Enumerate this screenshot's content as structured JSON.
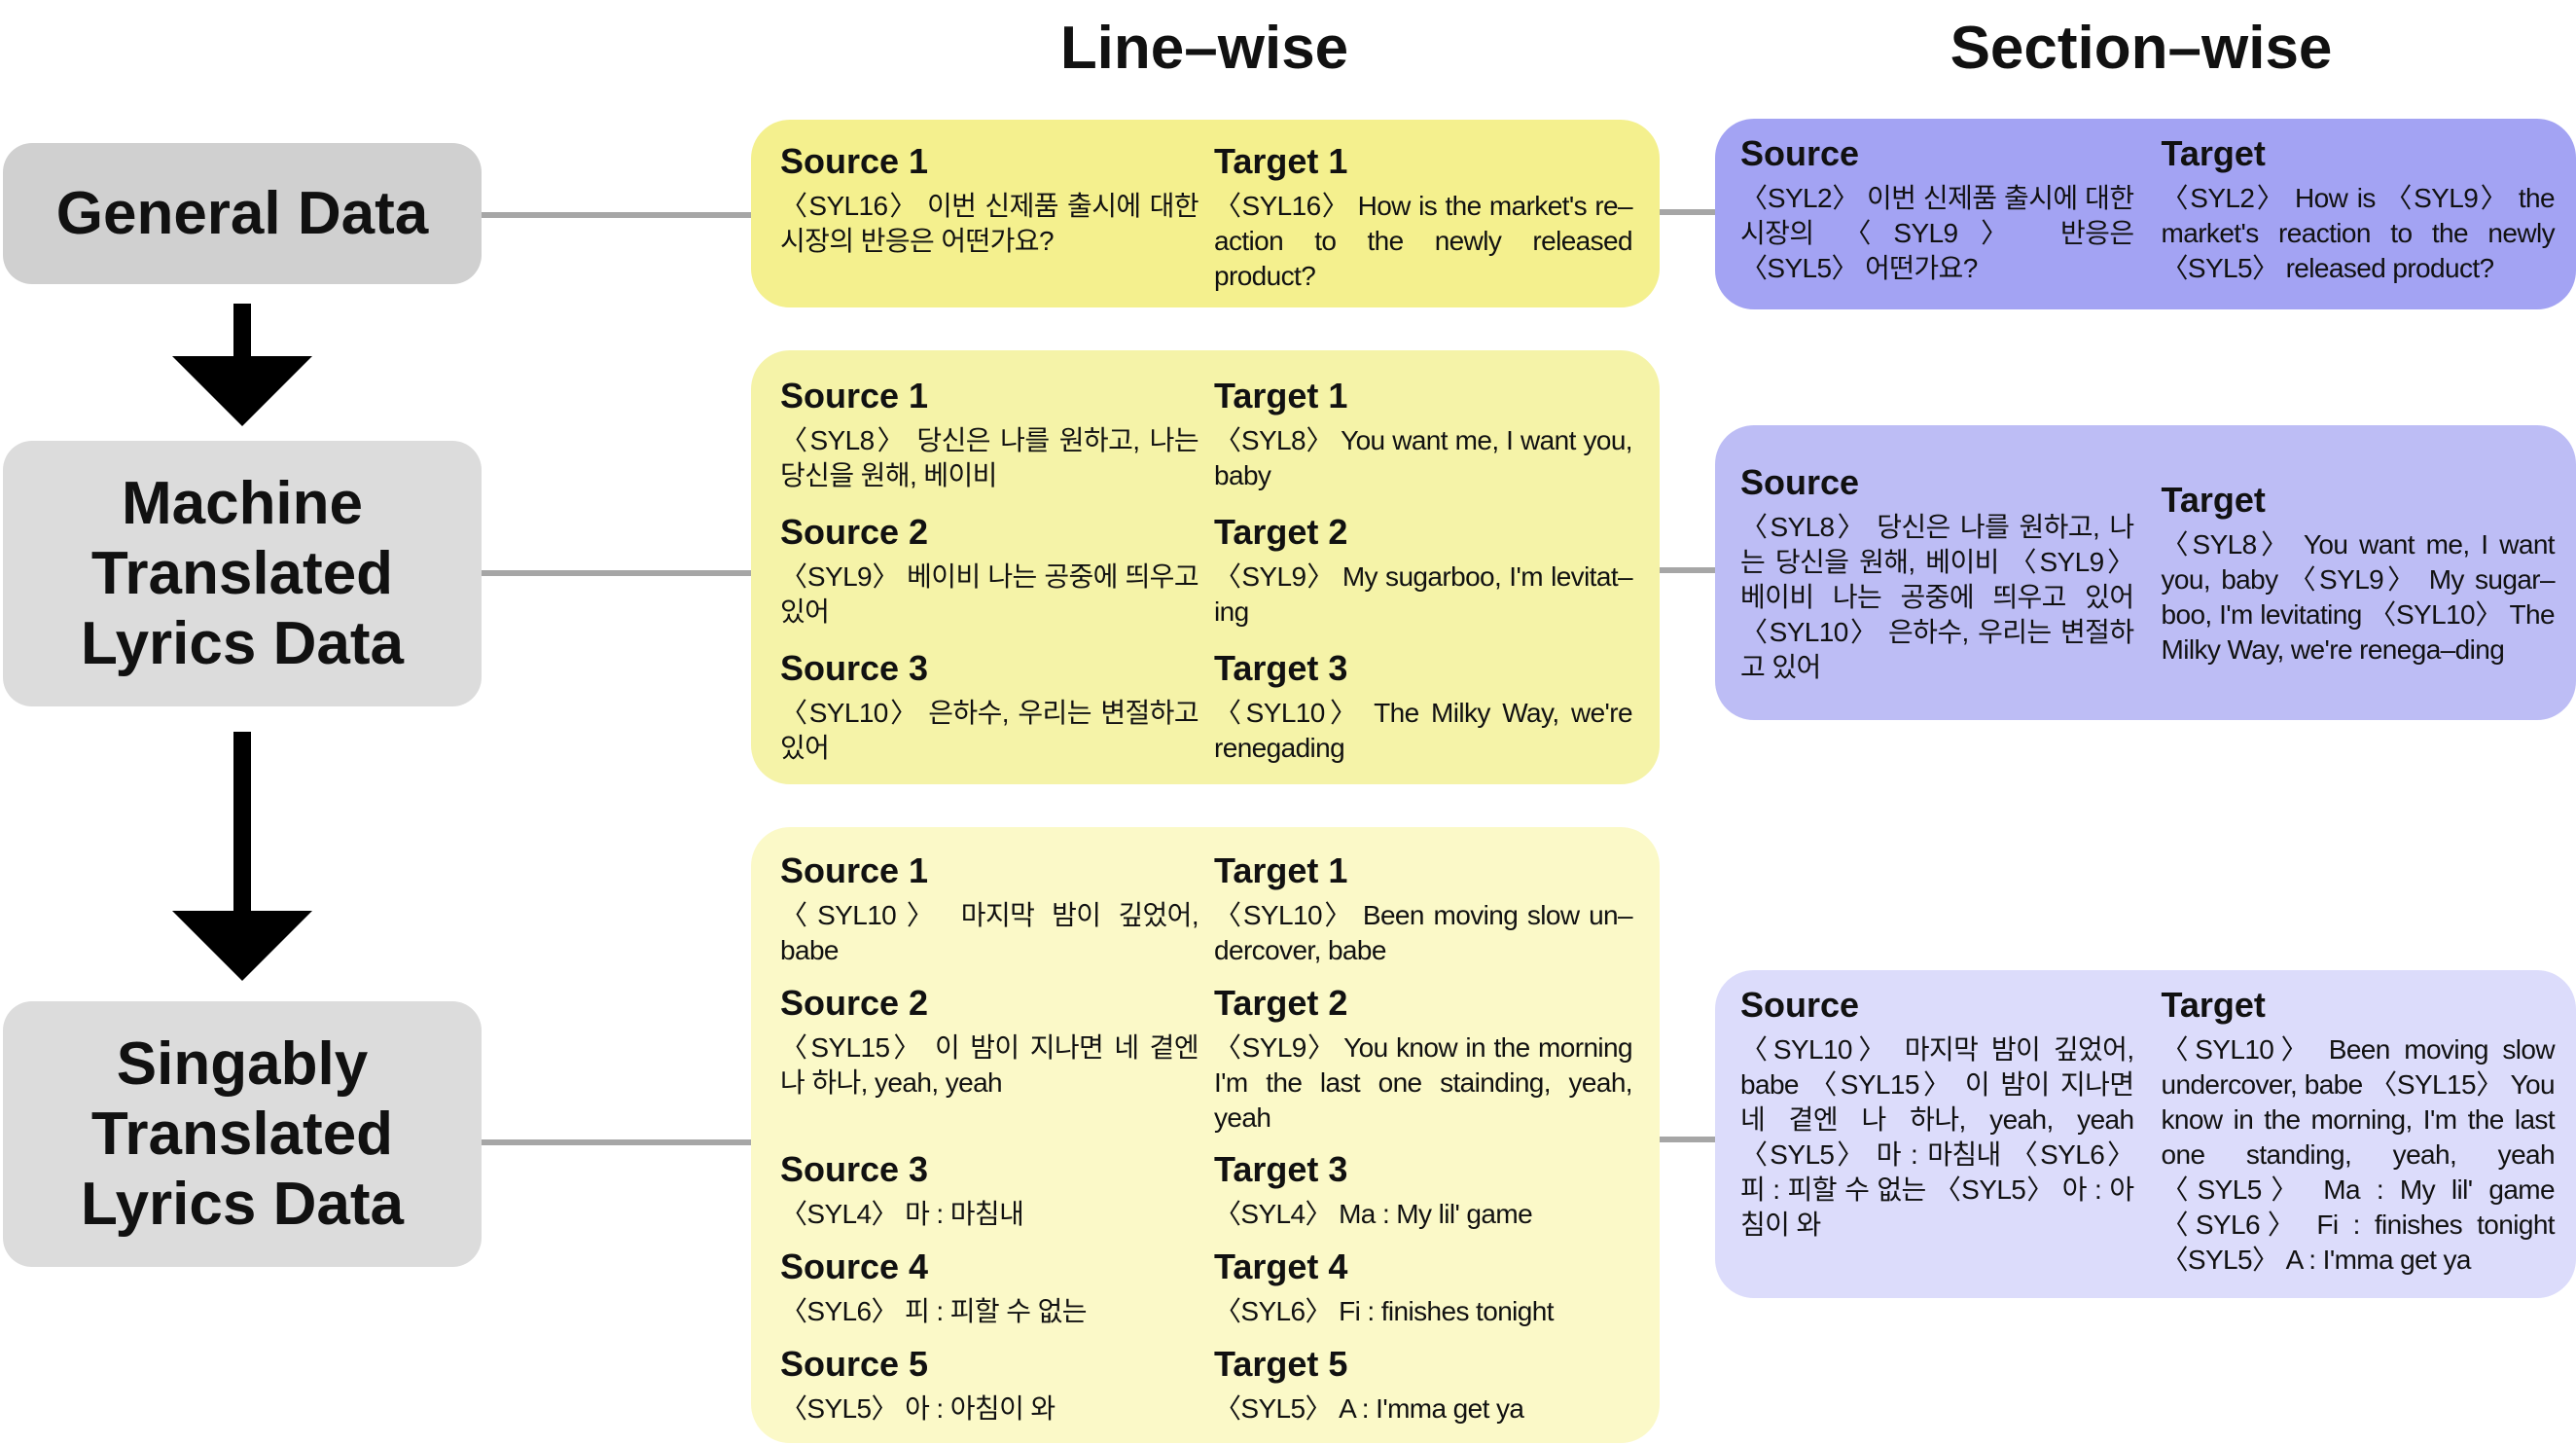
{
  "headers": {
    "line_wise": "Line–wise",
    "section_wise": "Section–wise"
  },
  "levels": [
    {
      "label": "General Data"
    },
    {
      "label": "Machine\nTranslated\nLyrics Data"
    },
    {
      "label": "Singably\nTranslated\nLyrics Data"
    }
  ],
  "colors": {
    "line_wise": [
      "#f4f08e",
      "#f5f3a8",
      "#fbf9c8"
    ],
    "section_wise": [
      "#a3a3f3",
      "#bdbdf5",
      "#dcdcfb"
    ],
    "level_box": "#dcdcdc",
    "connector": "#a6a6a6"
  },
  "line_wise": [
    {
      "pairs": [
        {
          "source_label": "Source 1",
          "source_text": "〈SYL16〉 이번 신제품 출시에 대한 시장의 반응은 어떤가요?",
          "target_label": "Target 1",
          "target_text": "〈SYL16〉 How is the market's re–action to the newly released product?"
        }
      ]
    },
    {
      "pairs": [
        {
          "source_label": "Source 1",
          "source_text": "〈SYL8〉 당신은 나를 원하고, 나는 당신을 원해, 베이비",
          "target_label": "Target 1",
          "target_text": "〈SYL8〉 You want me, I want you, baby"
        },
        {
          "source_label": "Source 2",
          "source_text": "〈SYL9〉 베이비 나는 공중에 띄우고 있어",
          "target_label": "Target 2",
          "target_text": "〈SYL9〉 My sugarboo, I'm levitat–ing"
        },
        {
          "source_label": "Source 3",
          "source_text": "〈SYL10〉 은하수, 우리는 변절하고 있어",
          "target_label": "Target 3",
          "target_text": "〈SYL10〉 The Milky Way, we're renegading"
        }
      ]
    },
    {
      "pairs": [
        {
          "source_label": "Source 1",
          "source_text": "〈SYL10〉 마지막 밤이 깊었어, babe",
          "target_label": "Target 1",
          "target_text": "〈SYL10〉 Been moving slow un–dercover, babe"
        },
        {
          "source_label": "Source 2",
          "source_text": "〈SYL15〉 이 밤이 지나면 네 곁엔 나 하나, yeah, yeah",
          "target_label": "Target 2",
          "target_text": "〈SYL9〉 You know in the morning I'm the last one stainding, yeah, yeah"
        },
        {
          "source_label": "Source 3",
          "source_text": "〈SYL4〉 마 : 마침내",
          "target_label": "Target 3",
          "target_text": "〈SYL4〉 Ma : My lil' game"
        },
        {
          "source_label": "Source 4",
          "source_text": "〈SYL6〉 피 : 피할 수 없는",
          "target_label": "Target 4",
          "target_text": "〈SYL6〉 Fi : finishes tonight"
        },
        {
          "source_label": "Source 5",
          "source_text": "〈SYL5〉 아 : 아침이 와",
          "target_label": "Target 5",
          "target_text": "〈SYL5〉 A : I'mma get ya"
        }
      ]
    }
  ],
  "section_wise": [
    {
      "source_label": "Source",
      "source_text": "〈SYL2〉 이번 신제품 출시에 대한 시장의 〈SYL9〉 반응은 〈SYL5〉 어떤가요?",
      "target_label": "Target",
      "target_text": "〈SYL2〉 How is 〈SYL9〉 the market's reaction to the newly 〈SYL5〉 released product?"
    },
    {
      "source_label": "Source",
      "source_text": "〈SYL8〉 당신은 나를 원하고, 나는 당신을 원해, 베이비 〈SYL9〉 베이비 나는 공중에 띄우고 있어 〈SYL10〉 은하수, 우리는 변절하고 있어",
      "target_label": "Target",
      "target_text": "〈SYL8〉 You want me, I want you, baby 〈SYL9〉 My sugar–boo, I'm levitating 〈SYL10〉 The Milky Way, we're renega–ding"
    },
    {
      "source_label": "Source",
      "source_text": "〈SYL10〉 마지막 밤이 깊었어, babe 〈SYL15〉 이 밤이 지나면 네 곁엔 나 하나, yeah, yeah 〈SYL5〉 마 : 마침내 〈SYL6〉 피 : 피할 수 없는 〈SYL5〉 아 : 아침이 와",
      "target_label": "Target",
      "target_text": "〈SYL10〉 Been moving slow undercover, babe 〈SYL15〉 You know in the morning, I'm the last one standing, yeah, yeah 〈SYL5〉 Ma : My lil' game 〈SYL6〉 Fi : finishes tonight 〈SYL5〉 A : I'mma get ya"
    }
  ]
}
